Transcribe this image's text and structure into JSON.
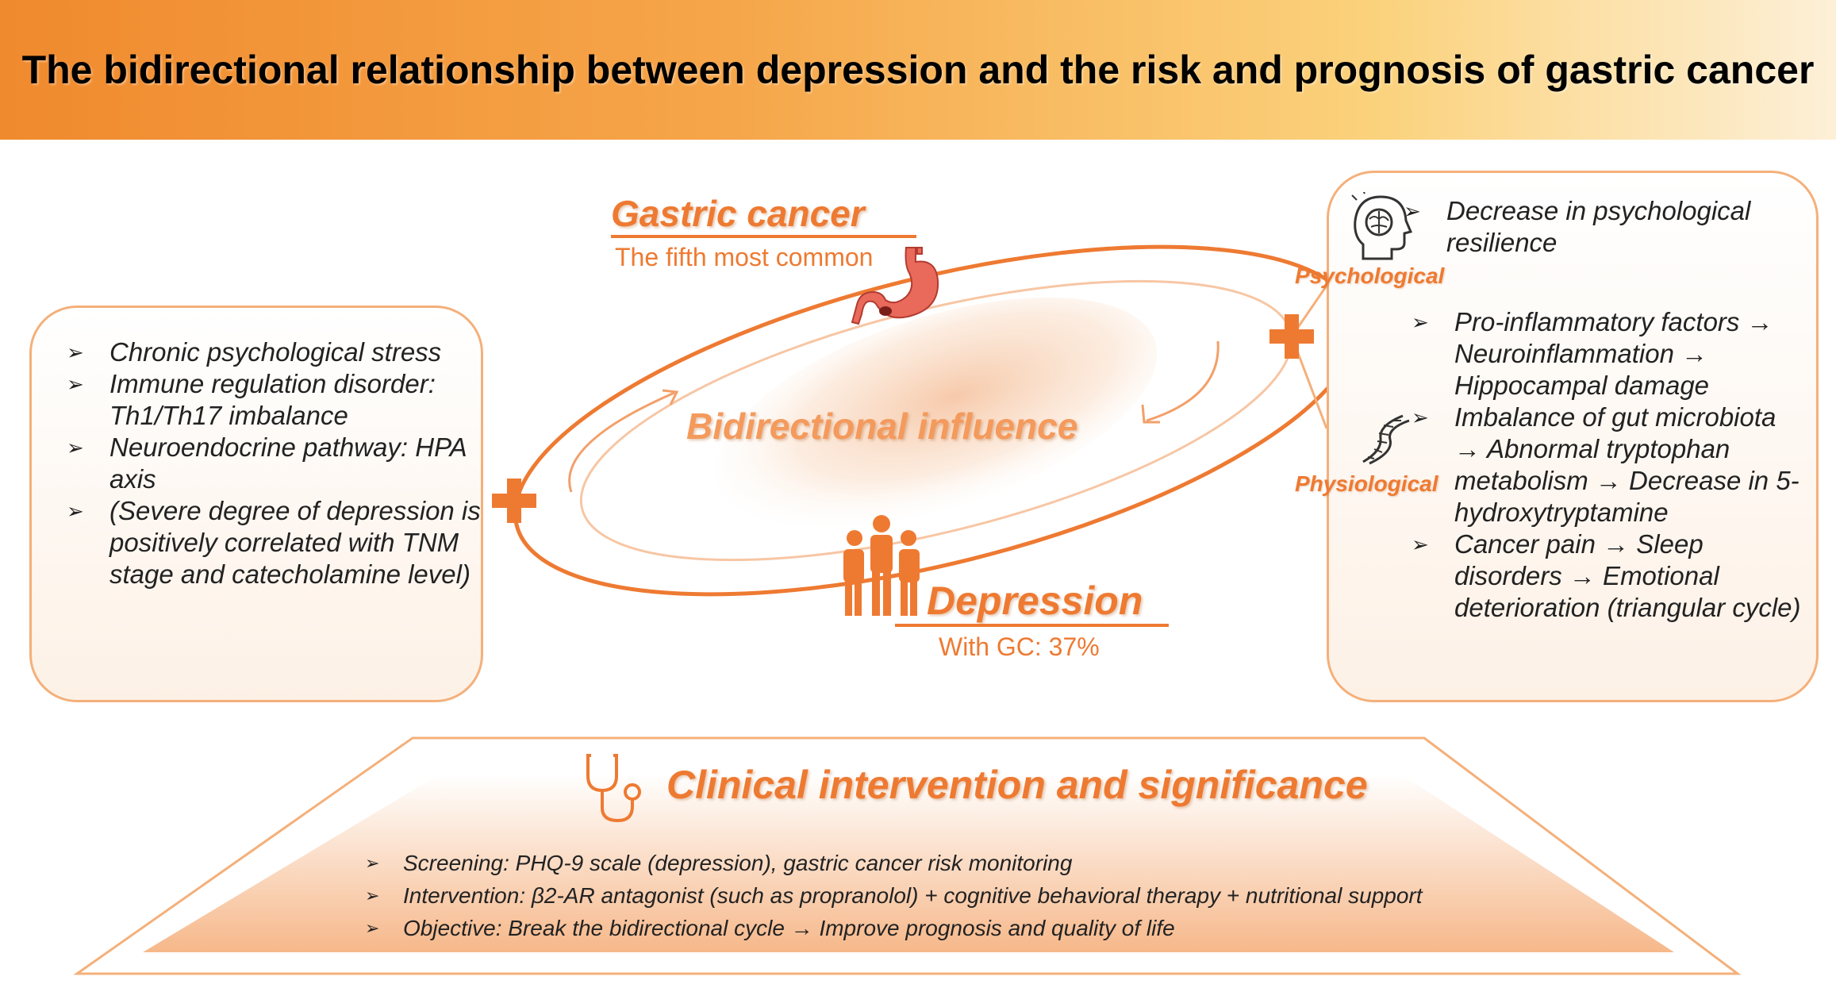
{
  "title": "The bidirectional relationship between depression and the risk and prognosis of gastric cancer",
  "center": {
    "gastric_title": "Gastric cancer",
    "gastric_sub": "The fifth most common",
    "influence": "Bidirectional influence",
    "depression_title": "Depression",
    "depression_sub": "With GC: 37%"
  },
  "left_box": {
    "items": [
      "Chronic psychological stress",
      "Immune regulation disorder: Th1/Th17 imbalance",
      "Neuroendocrine pathway: HPA axis",
      "(Severe degree of depression is positively correlated with TNM stage and catecholamine level)"
    ]
  },
  "right_box": {
    "psychological_label": "Psychological",
    "physiological_label": "Physiological",
    "psych_items": [
      "Decrease in psychological resilience"
    ],
    "physio_items": [
      "Pro-inflammatory factors → Neuroinflammation → Hippocampal damage",
      "Imbalance of gut microbiota → Abnormal tryptophan metabolism → Decrease in 5-hydroxytryptamine",
      "Cancer pain → Sleep disorders → Emotional deterioration (triangular cycle)"
    ]
  },
  "clinical": {
    "title": "Clinical intervention and significance",
    "items": [
      "Screening: PHQ-9 scale (depression), gastric cancer risk monitoring",
      "Intervention: β2-AR antagonist (such as propranolol) + cognitive behavioral therapy + nutritional support",
      "Objective: Break the bidirectional cycle → Improve prognosis and quality of life"
    ]
  },
  "bullet_marker": "➢",
  "colors": {
    "accent": "#ee7a32",
    "border": "#f4b07a",
    "header_start": "#f08a2e",
    "header_end": "#fdf0d8"
  },
  "icons": [
    "stomach-icon",
    "people-icon",
    "brain-head-icon",
    "dna-icon",
    "stethoscope-icon",
    "plus-icon"
  ]
}
